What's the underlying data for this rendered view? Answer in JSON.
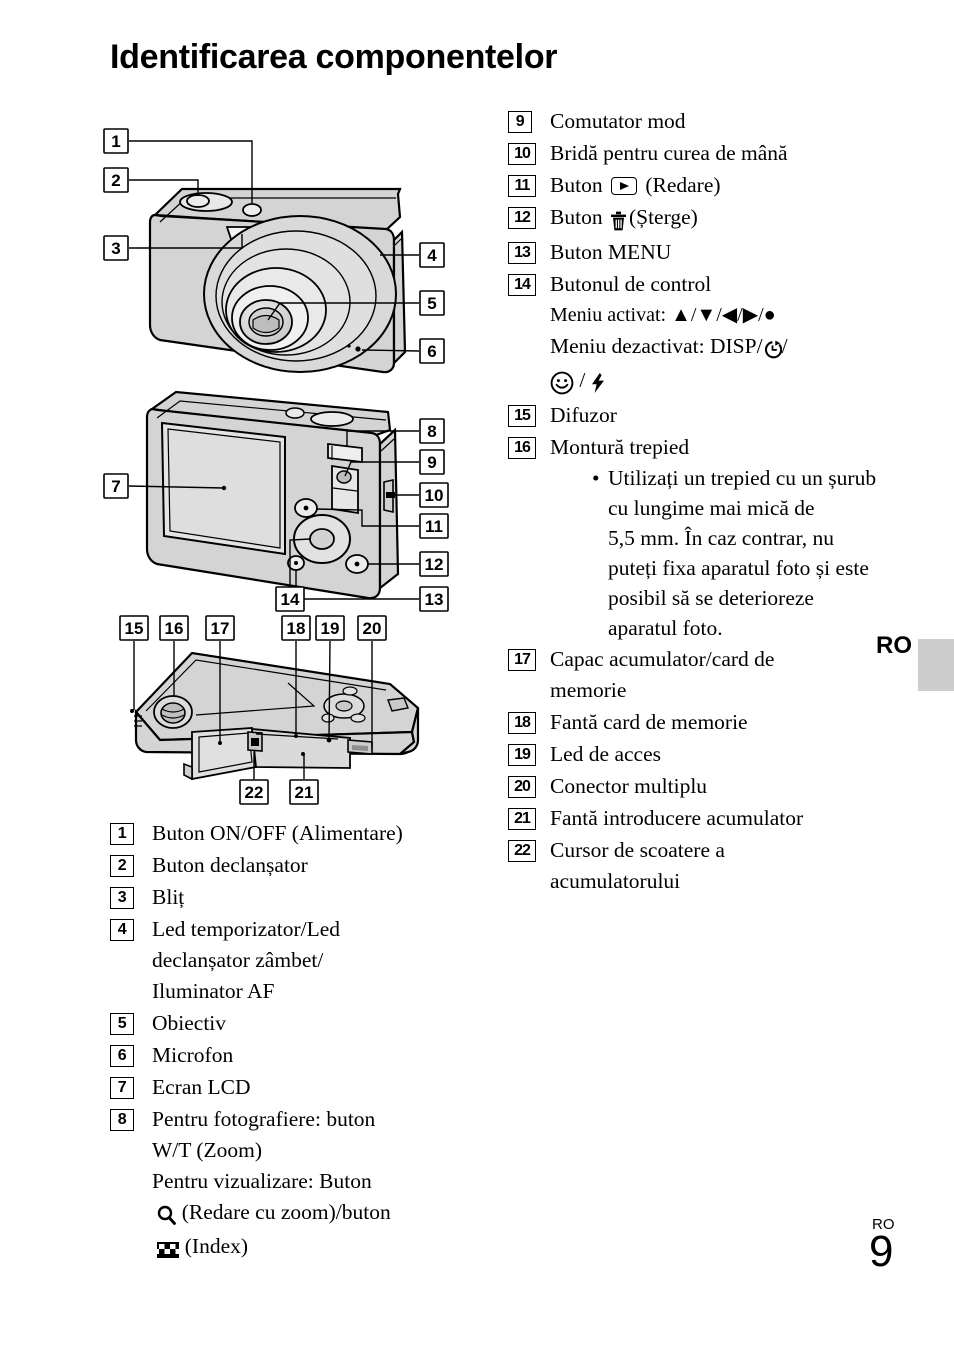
{
  "page": {
    "title": "Identificarea componentelor",
    "language_tab": "RO",
    "footer_language": "RO",
    "footer_page_number": "9"
  },
  "colors": {
    "body_fill": "#d4d4d4",
    "body_fill_light": "#e2e2e2",
    "tab_block": "#cdcdcd",
    "ink": "#000000",
    "paper": "#ffffff"
  },
  "left_column": [
    {
      "num": "1",
      "label": "Buton ON/OFF (Alimentare)"
    },
    {
      "num": "2",
      "label": "Buton declanșator"
    },
    {
      "num": "3",
      "label": "Bliț"
    },
    {
      "num": "4",
      "label": "Led temporizator/Led",
      "lines": [
        "declanșator zâmbet/",
        "Iluminator AF"
      ]
    },
    {
      "num": "5",
      "label": "Obiectiv"
    },
    {
      "num": "6",
      "label": "Microfon"
    },
    {
      "num": "7",
      "label": "Ecran LCD"
    },
    {
      "num": "8",
      "label": "Pentru fotografiere: buton",
      "lines": [
        "W/T (Zoom)",
        "Pentru vizualizare: Buton"
      ],
      "icon_lines": [
        {
          "icon": "magnifier-icon",
          "text": "(Redare cu zoom)/buton"
        },
        {
          "icon": "index-icon",
          "text": "(Index)"
        }
      ]
    }
  ],
  "right_column": [
    {
      "num": "9",
      "label": "Comutator mod"
    },
    {
      "num": "10",
      "label": "Bridă pentru curea de mână"
    },
    {
      "num": "11",
      "label_before": "Buton",
      "icon": "play-icon",
      "label_after": "(Redare)"
    },
    {
      "num": "12",
      "label_before": "Buton",
      "icon": "trash-icon",
      "label_after": "(Șterge)"
    },
    {
      "num": "13",
      "label": "Buton MENU"
    },
    {
      "num": "14",
      "label": "Butonul de control",
      "lines": [
        "Meniu activat: ▲/▼/◀/▶/●"
      ],
      "menu_off_prefix": "Meniu dezactivat: DISP/",
      "menu_off_icons": [
        "self-timer-icon",
        "smile-icon",
        "flash-icon"
      ]
    },
    {
      "num": "15",
      "label": "Difuzor"
    },
    {
      "num": "16",
      "label": "Montură trepied",
      "bullet": [
        "Utilizați un trepied cu un șurub",
        "cu lungime mai mică de",
        "5,5 mm. În caz contrar, nu",
        "puteți fixa aparatul foto și este",
        "posibil să se deterioreze",
        "aparatul foto."
      ]
    },
    {
      "num": "17",
      "label": "Capac acumulator/card de",
      "lines": [
        "memorie"
      ]
    },
    {
      "num": "18",
      "label": "Fantă card de memorie"
    },
    {
      "num": "19",
      "label": "Led de acces"
    },
    {
      "num": "20",
      "label": "Conector multiplu"
    },
    {
      "num": "21",
      "label": "Fantă introducere acumulator"
    },
    {
      "num": "22",
      "label": "Cursor de scoatere a",
      "lines": [
        "acumulatorului"
      ]
    }
  ],
  "figures": {
    "front_view": {
      "name": "camera-front-view",
      "callouts": [
        "1",
        "2",
        "3",
        "4",
        "5",
        "6"
      ],
      "parts": [
        "Buton ON/OFF",
        "Buton declanșator",
        "Bliț",
        "Led temporizator",
        "Obiectiv",
        "Microfon"
      ]
    },
    "back_view": {
      "name": "camera-back-view",
      "callouts": [
        "7",
        "8",
        "9",
        "10",
        "11",
        "12",
        "13",
        "14"
      ],
      "parts": [
        "Ecran LCD",
        "Buton W/T Zoom",
        "Comutator mod",
        "Bridă curea",
        "Buton Redare",
        "Buton Șterge",
        "Buton MENU",
        "Butonul de control"
      ]
    },
    "bottom_view": {
      "name": "camera-bottom-view",
      "callouts": [
        "15",
        "16",
        "17",
        "18",
        "19",
        "20",
        "21",
        "22"
      ],
      "parts": [
        "Difuzor",
        "Montură trepied",
        "Capac acumulator/card",
        "Fantă card de memorie",
        "Led de acces",
        "Conector multiplu",
        "Fantă acumulator",
        "Cursor de scoatere"
      ]
    }
  }
}
